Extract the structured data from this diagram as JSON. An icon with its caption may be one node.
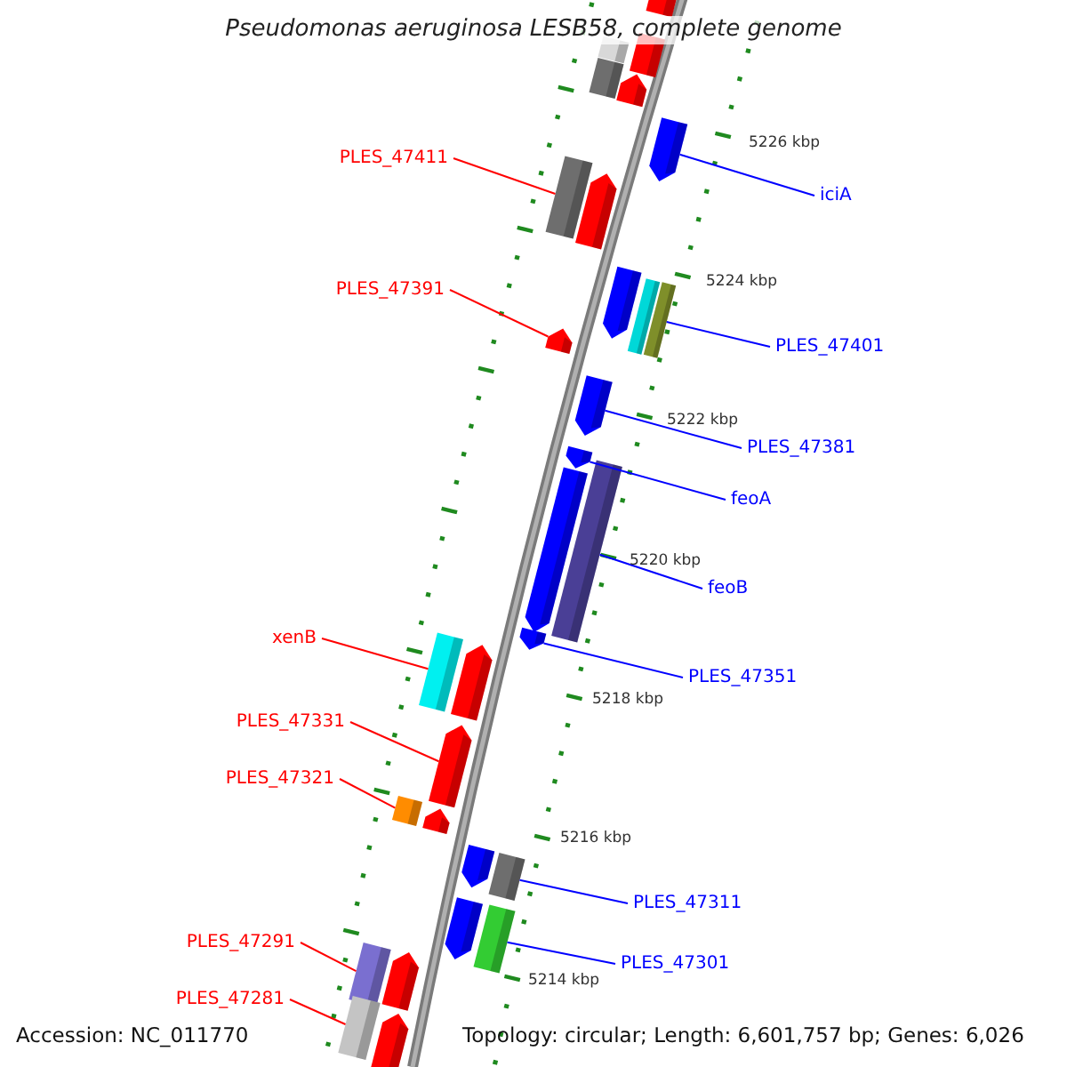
{
  "diagram": {
    "title": "Pseudomonas aeruginosa LESB58, complete genome",
    "nodes": [
      {
        "text": [
          "PLES_47411"
        ]
      },
      {
        "text": [],
        "shape": "box"
      },
      {
        "text": [
          "iciA"
        ]
      },
      {
        "text": [],
        "shape": "arrow"
      },
      {
        "text": [
          "PLES_47391"
        ]
      },
      {
        "text": [],
        "shape": "arrow"
      },
      {
        "text": [
          "PLES_47401"
        ]
      },
      {
        "text": [],
        "shape": "box"
      },
      {
        "text": [
          "PLES_47381"
        ]
      },
      {
        "text": [],
        "shape": "arrow"
      },
      {
        "text": [
          "feoA"
        ]
      },
      {
        "text": [],
        "shape": "arrow"
      },
      {
        "text": [
          "feoB"
        ]
      },
      {
        "text": [],
        "shape": "box"
      },
      {
        "text": [
          "xenB"
        ]
      },
      {
        "text": [],
        "shape": "box"
      },
      {
        "text": [
          "PLES_47351"
        ]
      },
      {
        "text": [],
        "shape": "arrow"
      },
      {
        "text": [
          "PLES_47331"
        ]
      },
      {
        "text": [],
        "shape": "arrow"
      },
      {
        "text": [
          "PLES_47321"
        ]
      },
      {
        "text": [],
        "shape": "box"
      },
      {
        "text": [
          "PLES_47311"
        ]
      },
      {
        "text": [],
        "shape": "box"
      },
      {
        "text": [
          "PLES_47291"
        ]
      },
      {
        "text": [],
        "shape": "box"
      },
      {
        "text": [
          "PLES_47301"
        ]
      },
      {
        "text": [],
        "shape": "box"
      },
      {
        "text": [
          "PLES_47281"
        ]
      },
      {
        "text": [],
        "shape": "box"
      },
      {
        "text": [],
        "shape": "box"
      },
      {
        "text": [],
        "shape": "box"
      },
      {
        "text": [],
        "shape": "box"
      },
      {
        "text": [],
        "shape": "box"
      },
      {
        "text": [],
        "shape": "arrow"
      },
      {
        "text": [],
        "shape": "arrow"
      },
      {
        "text": [],
        "shape": "arrow"
      },
      {
        "text": [],
        "shape": "box"
      },
      {
        "text": [],
        "shape": "arrow"
      },
      {
        "text": [],
        "shape": "arrow"
      },
      {
        "text": [],
        "shape": "arrow"
      },
      {
        "text": [],
        "shape": "arrow"
      },
      {
        "text": [],
        "shape": "arrow"
      },
      {
        "text": [],
        "shape": "arrow"
      },
      {
        "text": [],
        "shape": "arrow"
      }
    ],
    "edges": [
      {
        "from": 0,
        "to": 1,
        "arrow": "none",
        "color": "#ff0000"
      },
      {
        "from": 2,
        "to": 3,
        "arrow": "none",
        "color": "#0000ff"
      },
      {
        "from": 4,
        "to": 5,
        "arrow": "none",
        "color": "#ff0000"
      },
      {
        "from": 6,
        "to": 7,
        "arrow": "none",
        "color": "#0000ff"
      },
      {
        "from": 8,
        "to": 9,
        "arrow": "none",
        "color": "#0000ff"
      },
      {
        "from": 10,
        "to": 11,
        "arrow": "none",
        "color": "#0000ff"
      },
      {
        "from": 12,
        "to": 13,
        "arrow": "none",
        "color": "#0000ff"
      },
      {
        "from": 14,
        "to": 15,
        "arrow": "none",
        "color": "#ff0000"
      },
      {
        "from": 16,
        "to": 17,
        "arrow": "none",
        "color": "#0000ff"
      },
      {
        "from": 18,
        "to": 19,
        "arrow": "none",
        "color": "#ff0000"
      },
      {
        "from": 20,
        "to": 21,
        "arrow": "none",
        "color": "#ff0000"
      },
      {
        "from": 22,
        "to": 23,
        "arrow": "none",
        "color": "#0000ff"
      },
      {
        "from": 24,
        "to": 25,
        "arrow": "none",
        "color": "#ff0000"
      },
      {
        "from": 26,
        "to": 27,
        "arrow": "none",
        "color": "#0000ff"
      },
      {
        "from": 28,
        "to": 29,
        "arrow": "none",
        "color": "#ff0000"
      }
    ],
    "labels": [
      "5226 kbp",
      "5224 kbp",
      "5222 kbp",
      "5220 kbp",
      "5218 kbp",
      "5216 kbp",
      "5214 kbp",
      "Accession: NC_011770",
      "Topology: circular; Length: 6,601,757 bp; Genes: 6,026"
    ]
  }
}
